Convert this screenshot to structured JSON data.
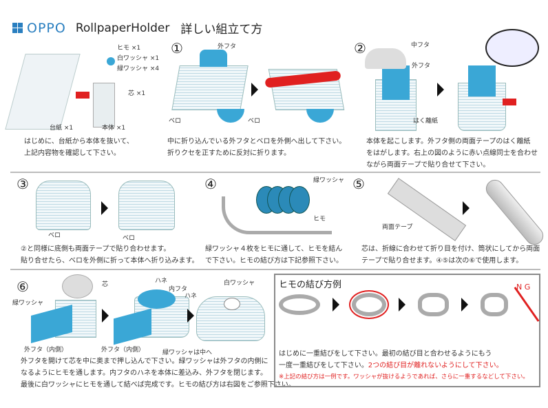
{
  "header": {
    "brand": "OPPO",
    "product": "RollpaperHolder",
    "title": "詳しい組立て方"
  },
  "step0": {
    "parts": [
      "ヒモ ×1",
      "白ワッシャ ×1",
      "緑ワッシャ ×4",
      "芯 ×1",
      "台紙 ×1",
      "本体 ×1"
    ],
    "text": [
      "はじめに、台紙から本体を抜いて、",
      "上記内容物を確認して下さい。"
    ]
  },
  "step1": {
    "num": "①",
    "labels": [
      "外フタ",
      "ベロ",
      "ベロ"
    ],
    "text": [
      "中に折り込んでいる外フタとベロを外側へ出して下さい。",
      "折りクセを正すために反対に折ります。"
    ]
  },
  "step2": {
    "num": "②",
    "labels": [
      "中フタ",
      "外フタ",
      "はく離紙"
    ],
    "text": [
      "本体を起こします。外フタ側の両面テープのはく離紙",
      "をはがします。右上の図のように赤い点線同士を合わせ",
      "ながら両面テープで貼り合せて下さい。"
    ]
  },
  "step3": {
    "num": "③",
    "labels": [
      "ベロ",
      "ベロ"
    ],
    "text": [
      "②と同様に底側も両面テープで貼り合わせます。",
      "貼り合せたら、ベロを外側に折って本体へ折り込みます。"
    ]
  },
  "step4": {
    "num": "④",
    "labels": [
      "緑ワッシャ",
      "ヒモ"
    ],
    "text": [
      "緑ワッシャ４枚をヒモに通して、ヒモを結ん",
      "で下さい。ヒモの結び方は下記参照下さい。"
    ]
  },
  "step5": {
    "num": "⑤",
    "labels": [
      "両面テープ"
    ],
    "text": [
      "芯は、折線に合わせて折り目を付け、筒状にしてから両面",
      "テープで貼り合せます。④⑤は次の⑥で使用します。"
    ]
  },
  "step6": {
    "num": "⑥",
    "labels": [
      "芯",
      "緑ワッシャ",
      "外フタ（内側）",
      "ハネ",
      "内フタ",
      "ハネ",
      "外フタ（内側）",
      "緑ワッシャは中へ",
      "白ワッシャ"
    ],
    "text": [
      "外フタを開けて芯を中に奥まで押し込んで下さい。緑ワッシャは外フタの内側に",
      "なるようにヒモを通します。内フタのハネを本体に差込み、外フタを閉じます。",
      "最後に白ワッシャにヒモを通して結べば完成です。ヒモの結び方は右図をご参照下さい。"
    ]
  },
  "knot": {
    "title": "ヒモの結び方例",
    "ng": "N G",
    "text1": "はじめに一重結びをして下さい。最初の結び目と合わせるようにもう",
    "text2a": "一度一重結びをして下さい。",
    "text2b": "2つの結び目が離れないようにして下さい。",
    "note": "※上記の結び方は一例です。ワッシャが抜けるようであれば、さらに一重するなどして下さい。"
  },
  "colors": {
    "accent": "#3aa7d6",
    "red": "#e02020"
  }
}
